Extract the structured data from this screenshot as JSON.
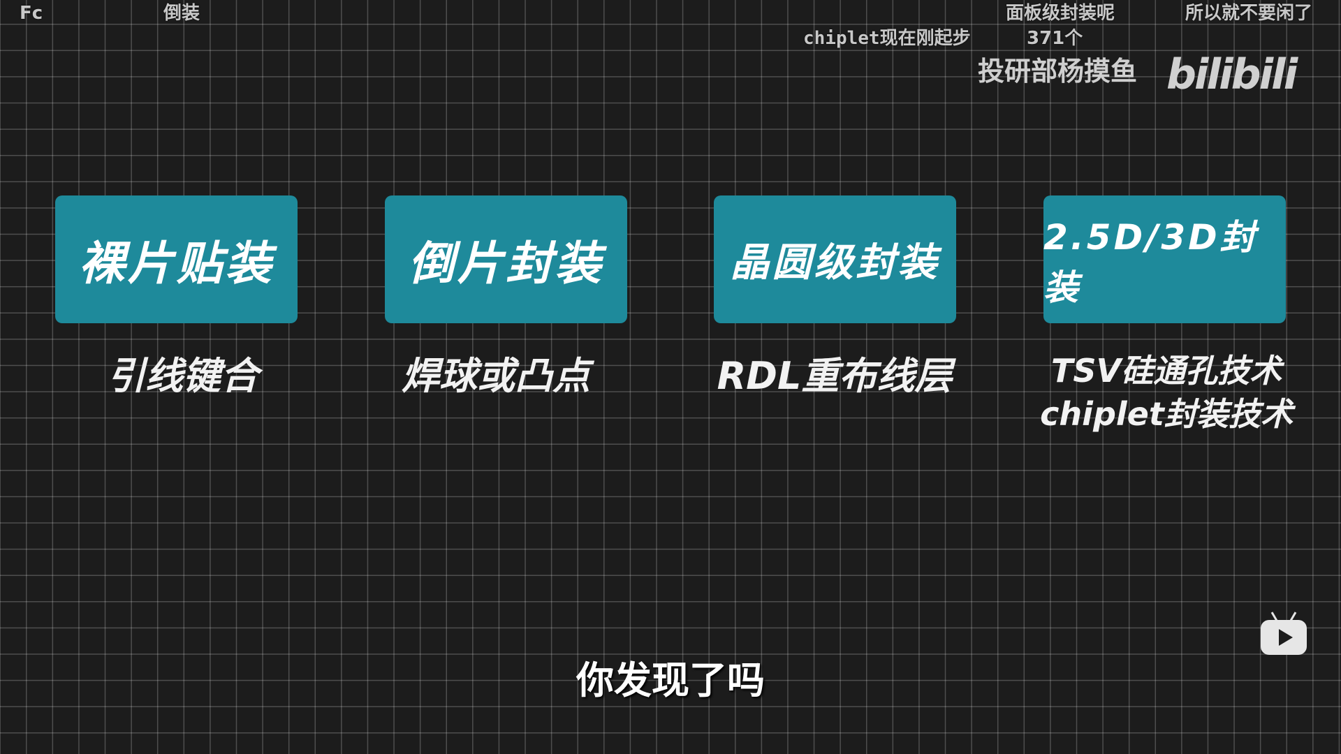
{
  "danmaku": [
    "Fc",
    "倒装",
    "面板级封装呢",
    "所以就不要闲了",
    "chiplet现在刚起步",
    "371个"
  ],
  "watermark": {
    "channel": "投研部杨摸鱼",
    "logo": "bilibili"
  },
  "boxes": [
    {
      "title": "裸片贴装",
      "label": [
        "引线键合"
      ]
    },
    {
      "title": "倒片封装",
      "label": [
        "焊球或凸点"
      ]
    },
    {
      "title": "晶圆级封装",
      "label": [
        "RDL重布线层"
      ]
    },
    {
      "title": "2.5D/3D封装",
      "label": [
        "TSV硅通孔技术",
        "chiplet封装技术"
      ]
    }
  ],
  "subtitle": "你发现了吗",
  "colors": {
    "box": "#1e8a9b",
    "background": "#1c1c1c"
  },
  "icons": {
    "player": "play-icon"
  }
}
